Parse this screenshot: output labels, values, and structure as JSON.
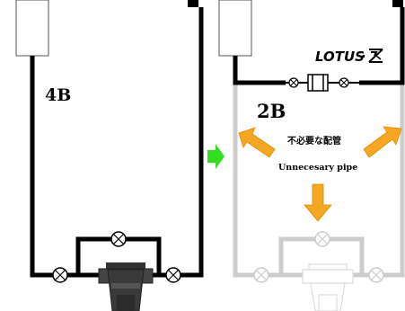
{
  "left_panel": {
    "label": "4B"
  },
  "right_panel": {
    "label": "2B",
    "logo_text": "LOTUS",
    "logo_dot": "·",
    "annotation_jp": "不必要な配管",
    "annotation_en": "Unnecesary pipe"
  },
  "colors": {
    "pipe_black": "#000000",
    "pipe_grey": "#cccccc",
    "arrow_orange": "#f5a623",
    "arrow_green": "#33dd22"
  }
}
